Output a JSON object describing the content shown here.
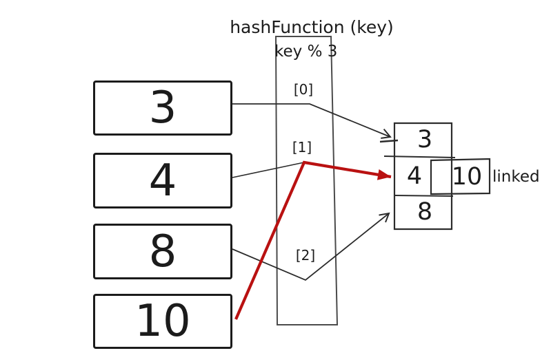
{
  "title": "hashFunction (key)",
  "colors": {
    "ink": "#1b1b1b",
    "line": "#4a4a4a",
    "line_dark": "#2b2b2b",
    "red": "#b91111",
    "bg": "#ffffff"
  },
  "hash_function": {
    "formula": "key % 3",
    "buckets": [
      "[0]",
      "[1]",
      "[2]"
    ]
  },
  "keys": [
    "3",
    "4",
    "8",
    "10"
  ],
  "hash_table": {
    "slots": [
      "3",
      "4",
      "8"
    ],
    "chained_node": {
      "value": "10",
      "annotation": "linked"
    }
  }
}
